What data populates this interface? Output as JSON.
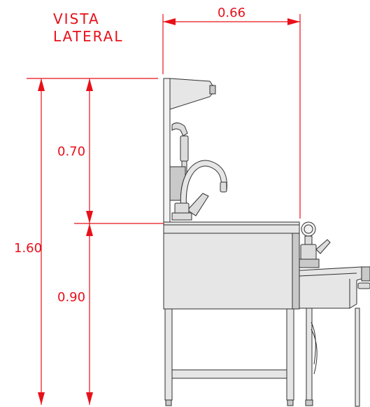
{
  "view_label": [
    "VISTA",
    "LATERAL"
  ],
  "dimensions": {
    "width": "0.66",
    "total_height": "1.60",
    "upper_height": "0.70",
    "lower_height": "0.90"
  },
  "colors": {
    "dimension": "#e8101a",
    "steel_fill": "#e6e6e6",
    "outline": "#303030"
  }
}
